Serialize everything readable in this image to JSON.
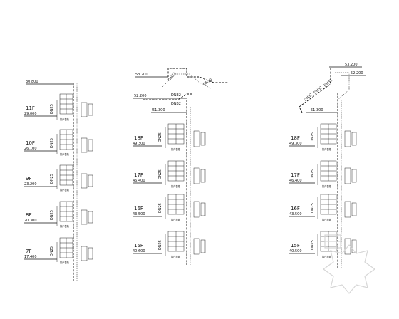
{
  "columns": [
    {
      "top_elevation": "30.800",
      "floors": [
        {
          "floor": "11F",
          "elevation": "29.000",
          "pipe": "DN25",
          "label": "接户表箱"
        },
        {
          "floor": "10F",
          "elevation": "26.100",
          "pipe": "DN25",
          "label": "接户表箱"
        },
        {
          "floor": "9F",
          "elevation": "23.200",
          "pipe": "DN25",
          "label": "接户表箱"
        },
        {
          "floor": "8F",
          "elevation": "20.300",
          "pipe": "DN25",
          "label": "接户表箱"
        },
        {
          "floor": "7F",
          "elevation": "17.400",
          "pipe": "DN25",
          "label": "接户表箱"
        }
      ]
    },
    {
      "roof_elevations": [
        "53.200",
        "52.200",
        "51.300"
      ],
      "roof_pipes": [
        "DN32",
        "DN32",
        "DN32",
        "DN32"
      ],
      "floors": [
        {
          "floor": "18F",
          "elevation": "49.300",
          "pipe": "DN25",
          "label": "接户表箱"
        },
        {
          "floor": "17F",
          "elevation": "46.400",
          "pipe": "DN25",
          "label": "接户表箱"
        },
        {
          "floor": "16F",
          "elevation": "43.500",
          "pipe": "DN25",
          "label": "接户表箱"
        },
        {
          "floor": "15F",
          "elevation": "40.600",
          "pipe": "DN25",
          "label": "接户表箱"
        }
      ]
    },
    {
      "roof_elevations": [
        "53.200",
        "52.200",
        "51.300"
      ],
      "roof_pipes": [
        "DN32",
        "DN32",
        "DN32"
      ],
      "floors": [
        {
          "floor": "18F",
          "elevation": "49.300",
          "pipe": "DN25",
          "label": "接户表箱"
        },
        {
          "floor": "17F",
          "elevation": "46.400",
          "pipe": "DN25",
          "label": "接户表箱"
        },
        {
          "floor": "16F",
          "elevation": "43.500",
          "pipe": "DN25",
          "label": "接户表箱"
        },
        {
          "floor": "15F",
          "elevation": "40.500",
          "pipe": "DN25",
          "label": "接户表箱"
        }
      ]
    }
  ],
  "colors": {
    "line": "#111111",
    "background": "#ffffff",
    "watermark": "#d6d6d6"
  },
  "icons": {
    "watermark": "puzzle-star-watermark-icon"
  }
}
